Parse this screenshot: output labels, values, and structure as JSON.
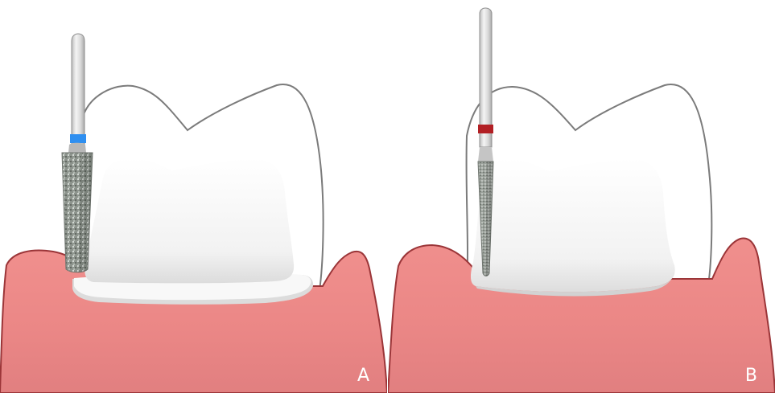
{
  "figure": {
    "panels": [
      {
        "label": "A",
        "bur_band_color": "#2f8ff0",
        "bur_type": "coarse-tapered-diamond-bur",
        "preparation": "shoulder-margin"
      },
      {
        "label": "B",
        "bur_band_color": "#b21f24",
        "bur_type": "fine-tapered-diamond-bur",
        "preparation": "feather-edge-margin"
      }
    ],
    "colors": {
      "gingiva": "#e98985",
      "gingiva_shadow": "#c65a5c",
      "gingiva_outline": "#9b3538",
      "prepared_tooth": "#f6f6f6",
      "original_crown_outline": "#7d7d7d",
      "bur_shank": "#e6e6e6"
    }
  }
}
